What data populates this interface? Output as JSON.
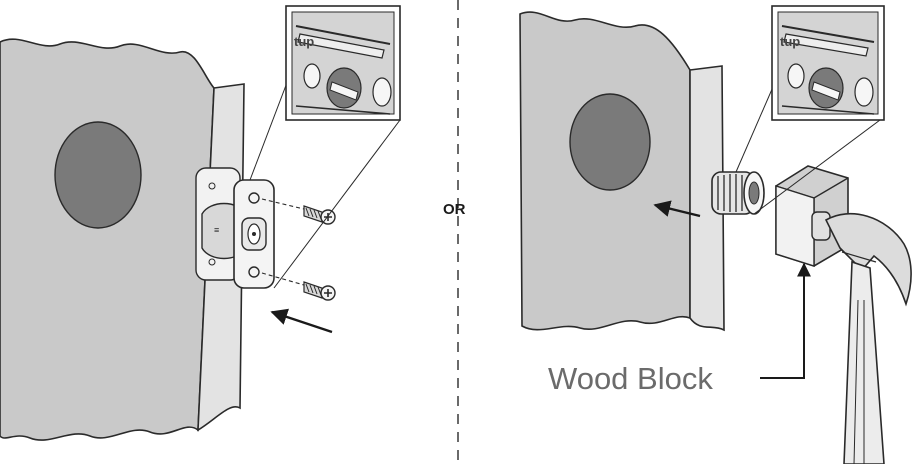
{
  "labels": {
    "separator": "OR",
    "callout": "Wood Block",
    "latch_marking": "tup"
  },
  "colors": {
    "door_face": "#c9c9c9",
    "door_edge": "#e3e3e3",
    "hole": "#7a7a7a",
    "outline": "#2a2a2a",
    "callout_text": "#6b6b6b"
  },
  "icons": [
    "door-left",
    "faceplate-latch",
    "screw",
    "arrow",
    "zoom-inset",
    "door-right",
    "drive-in-latch",
    "wood-block",
    "hammer"
  ]
}
